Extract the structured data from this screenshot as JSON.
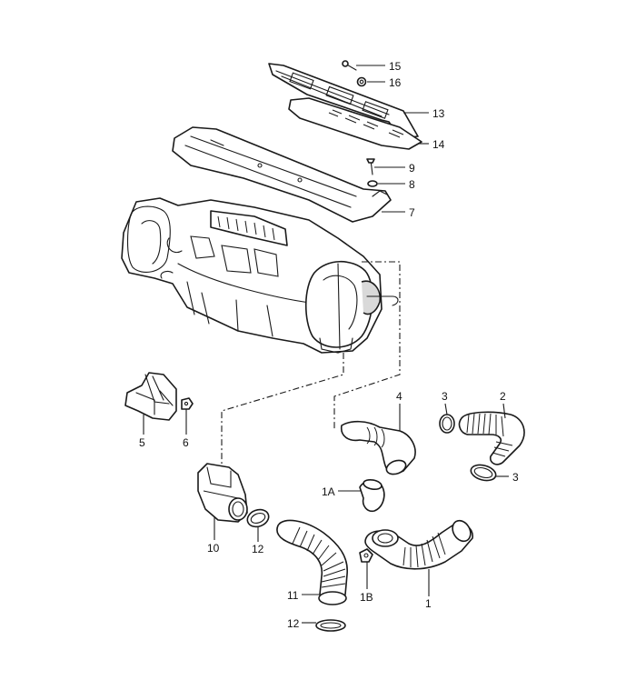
{
  "diagram": {
    "callouts": {
      "c15": "15",
      "c16": "16",
      "c13": "13",
      "c14": "14",
      "c9": "9",
      "c8": "8",
      "c7": "7",
      "c4": "4",
      "c3a": "3",
      "c2": "2",
      "c3b": "3",
      "c5": "5",
      "c6": "6",
      "c1A": "1A",
      "c10": "10",
      "c12a": "12",
      "c11": "11",
      "c1B": "1B",
      "c1": "1",
      "c12b": "12"
    }
  }
}
